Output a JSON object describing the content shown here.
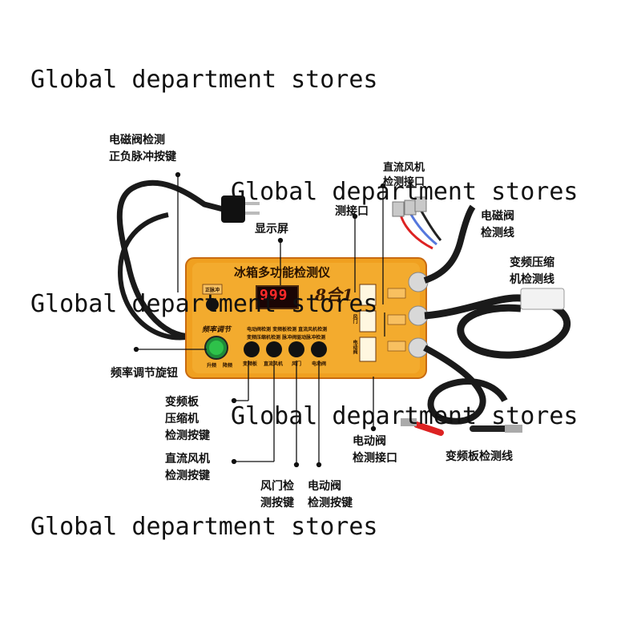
{
  "watermark": "Global department stores",
  "device": {
    "title": "冰箱多功能检测仪",
    "display_value": "999",
    "logo_text": "8合1",
    "freq_label": "频率调节",
    "knob_left": "升频",
    "knob_right": "降频",
    "small_btn_label": "正脉冲",
    "func_line1": "电动阀检测 变频板检测 直流风机检测",
    "func_line2": "变频压缩机检测 脉冲阀驱动脉冲检测",
    "buttons": [
      "变频板",
      "直流风机",
      "风门",
      "电动阀"
    ],
    "port_labels": [
      "风门",
      "电动阀"
    ]
  },
  "callouts": {
    "solenoid_button": [
      "电磁阀检测",
      "正负脉冲按键"
    ],
    "display": [
      "显示屏"
    ],
    "damper_port": [
      "测接口"
    ],
    "dc_fan_port": [
      "直流风机",
      "检测接口"
    ],
    "solenoid_wire": [
      "电磁阀",
      "检测线"
    ],
    "compressor_wire": [
      "变频压缩",
      "机检测线"
    ],
    "freq_knob": [
      "频率调节旋钮"
    ],
    "inverter_button": [
      "变频板",
      "压缩机",
      "检测按键"
    ],
    "dcfan_button": [
      "直流风机",
      "检测按键"
    ],
    "damper_button": [
      "风门检",
      "测按键"
    ],
    "ev_button": [
      "电动阀",
      "检测按键"
    ],
    "ev_port": [
      "电动阀",
      "检测接口"
    ],
    "inverter_wire": [
      "变频板检测线"
    ]
  },
  "colors": {
    "panel_orange": "#f0a020",
    "panel_border": "#c86a10",
    "cable": "#1a1a1a",
    "display_red": "#ff2a2a",
    "knob_green": "#2ec24a"
  }
}
